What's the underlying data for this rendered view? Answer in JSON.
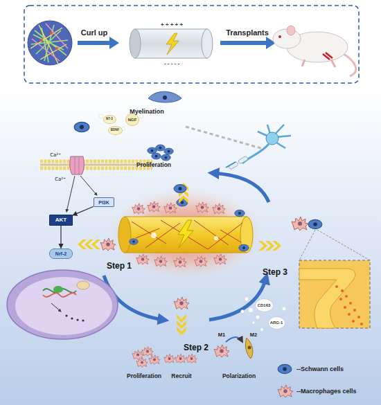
{
  "diagram": {
    "nodes": [
      {
        "text": [
          "NT-3"
        ]
      },
      {
        "text": [
          "NGF"
        ]
      },
      {
        "text": [
          "BDNF"
        ]
      },
      {
        "text": [
          "PI3K"
        ]
      },
      {
        "text": [
          "AKT"
        ]
      },
      {
        "text": [
          "Nrf-2"
        ]
      },
      {
        "text": [
          "CD163"
        ]
      },
      {
        "text": [
          "ARG-1"
        ]
      }
    ],
    "edges": [
      {
        "from": 3,
        "to": 4,
        "arrow": "to"
      },
      {
        "from": 4,
        "to": 5,
        "arrow": "to"
      }
    ],
    "labels": [
      "Curl up",
      "Transplants",
      "+ + + + +",
      "- - - - -",
      "Myelination",
      "Proliferation",
      "Ca²⁺",
      "Ca²⁺",
      "Step 1",
      "Step 2",
      "Step 3",
      "Proliferation",
      "Recruit",
      "M1",
      "Polarization",
      "M2"
    ],
    "legend": [
      {
        "text": "--Schwann cells"
      },
      {
        "text": "--Macrophages cells"
      }
    ]
  }
}
